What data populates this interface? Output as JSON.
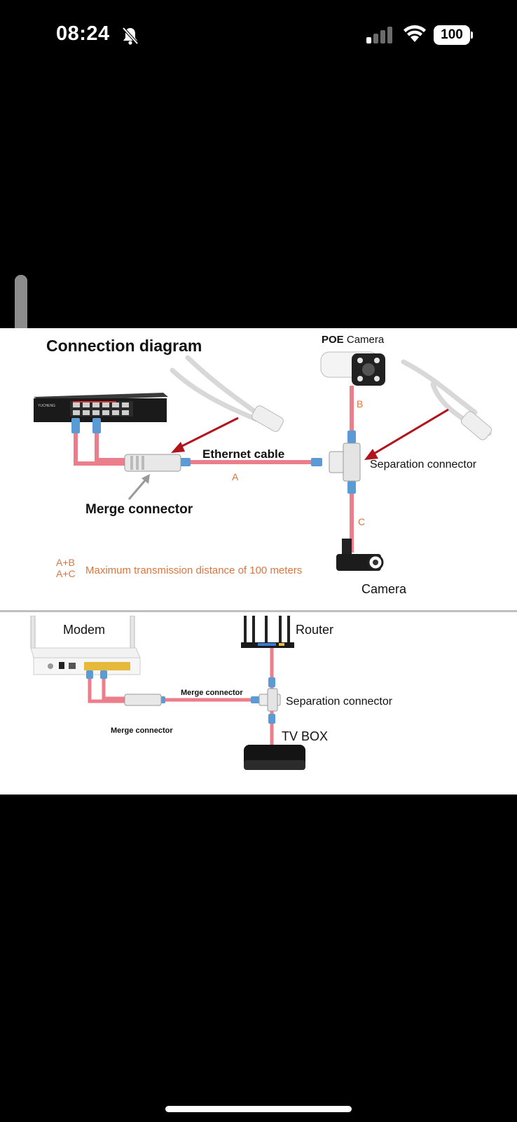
{
  "status_bar": {
    "time": "08:24",
    "battery_level": "100",
    "icons": [
      "bell-slash-icon",
      "cellular-signal-icon",
      "wifi-icon",
      "battery-icon"
    ]
  },
  "diagram_top": {
    "title": "Connection diagram",
    "poe_camera": {
      "bold": "POE",
      "rest": " Camera"
    },
    "ethernet_cable": "Ethernet cable",
    "separation_connector": "Separation connector",
    "merge_connector": "Merge connector",
    "camera": "Camera",
    "switch_brand": "YUCHENG",
    "segment_a": "A",
    "segment_b": "B",
    "segment_c": "C",
    "distance_ab": "A+B",
    "distance_ac": "A+C",
    "distance_note": "Maximum transmission distance of 100 meters"
  },
  "diagram_bottom": {
    "modem": "Modem",
    "router": "Router",
    "merge_connector_cable": "Merge connector",
    "separation_connector": "Separation connector",
    "merge_connector": "Merge connector",
    "tv_box": "TV BOX"
  },
  "colors": {
    "cable": "#ec7d8a",
    "connector_blue": "#5b9bd5",
    "arrow_red": "#b0141c",
    "accent_orange": "#d9763f"
  }
}
